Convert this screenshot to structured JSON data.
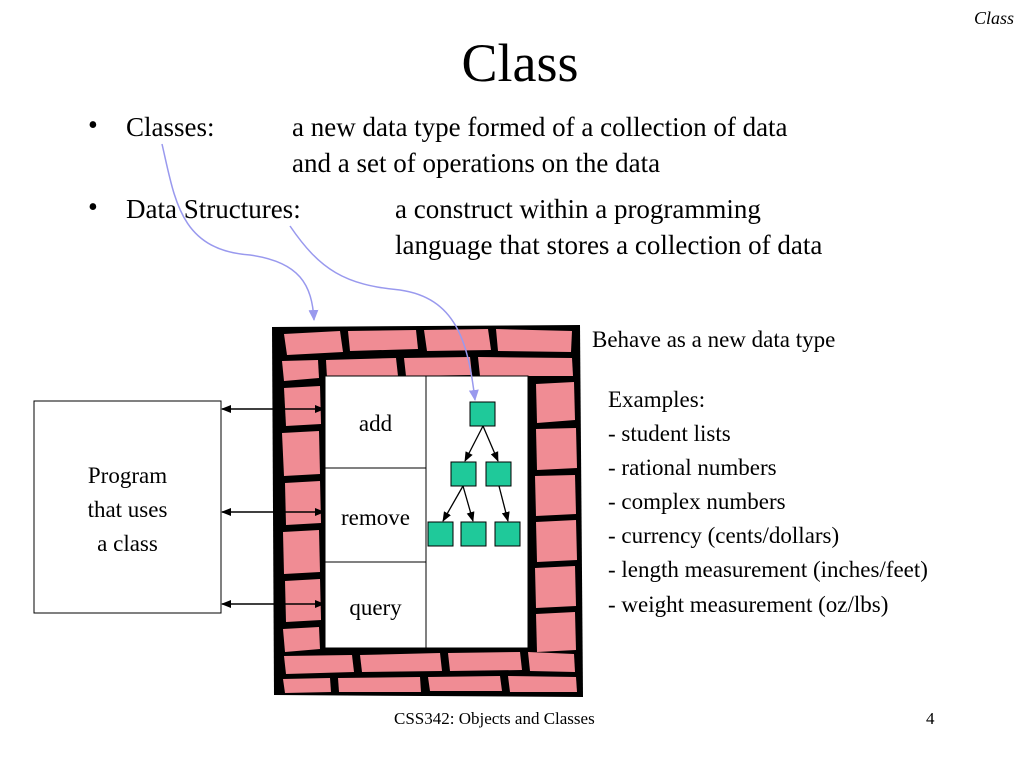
{
  "slide": {
    "corner_label": "Class",
    "title": "Class",
    "bullets": [
      {
        "term": "Classes:",
        "definition_lines": [
          "a new data type formed of a collection of data",
          "and a set of operations on the data"
        ]
      },
      {
        "term": "Data Structures:",
        "definition_lines": [
          "a construct within a programming",
          "language that stores a collection of data"
        ]
      }
    ],
    "program_box_lines": [
      "Program",
      "that uses",
      "a class"
    ],
    "operations": [
      "add",
      "remove",
      "query"
    ],
    "behave_label": "Behave as a new data type",
    "examples_heading": "Examples:",
    "examples": [
      "- student lists",
      "- rational numbers",
      "- complex numbers",
      "- currency (cents/dollars)",
      "- length measurement (inches/feet)",
      "- weight measurement (oz/lbs)"
    ],
    "footer": "CSS342: Objects and Classes",
    "page_number": "4"
  },
  "colors": {
    "brick": "#f08c94",
    "mortar": "#000000",
    "node_fill": "#1fc99a",
    "arrow": "#9999ee"
  }
}
